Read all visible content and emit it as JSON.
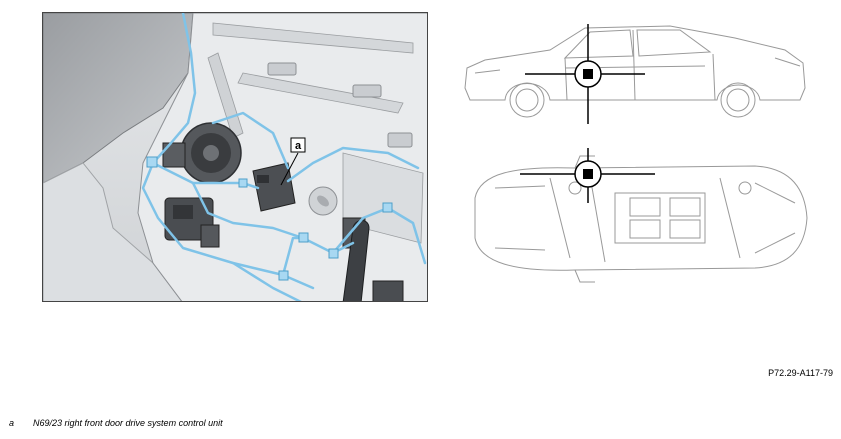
{
  "figure_id": "P72.29-A117-79",
  "callouts": [
    {
      "key": "a"
    }
  ],
  "legend": [
    {
      "key": "a",
      "text": "N69/23 right front door drive system control unit"
    }
  ],
  "colors": {
    "harness": "#7fc3e8",
    "frame": "#444444",
    "line_art": "#999999",
    "locator": "#000000"
  },
  "icons": [
    "door-interior-illustration",
    "car-side-view-icon",
    "car-top-view-icon",
    "locator-crosshair-icon"
  ]
}
